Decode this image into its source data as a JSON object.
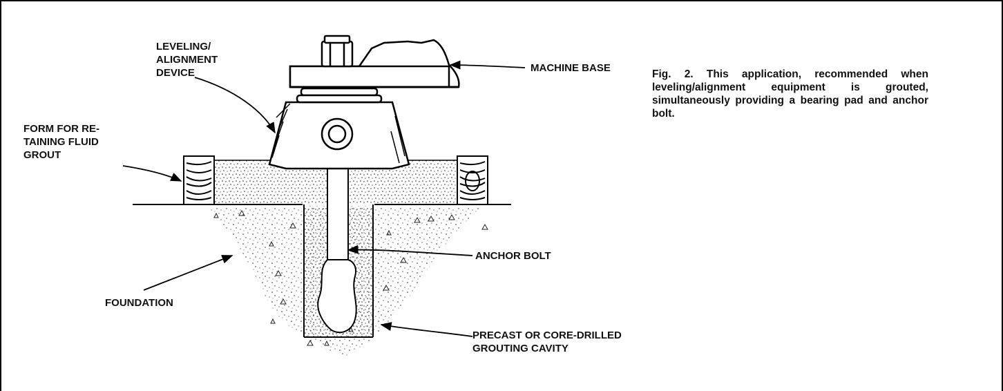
{
  "labels": {
    "leveling_line1": "LEVELING/",
    "leveling_line2": "ALIGNMENT",
    "leveling_line3": "DEVICE",
    "machine_base": "MACHINE BASE",
    "form_line1": "FORM FOR RE-",
    "form_line2": "TAINING FLUID",
    "form_line3": "GROUT",
    "anchor_bolt": "ANCHOR BOLT",
    "foundation": "FOUNDATION",
    "cavity_line1": "PRECAST OR CORE-DRILLED",
    "cavity_line2": "GROUTING CAVITY"
  },
  "caption": "Fig. 2. This application, recommended when leveling/alignment equipment is grouted, simultaneously providing a bearing pad and anchor bolt."
}
